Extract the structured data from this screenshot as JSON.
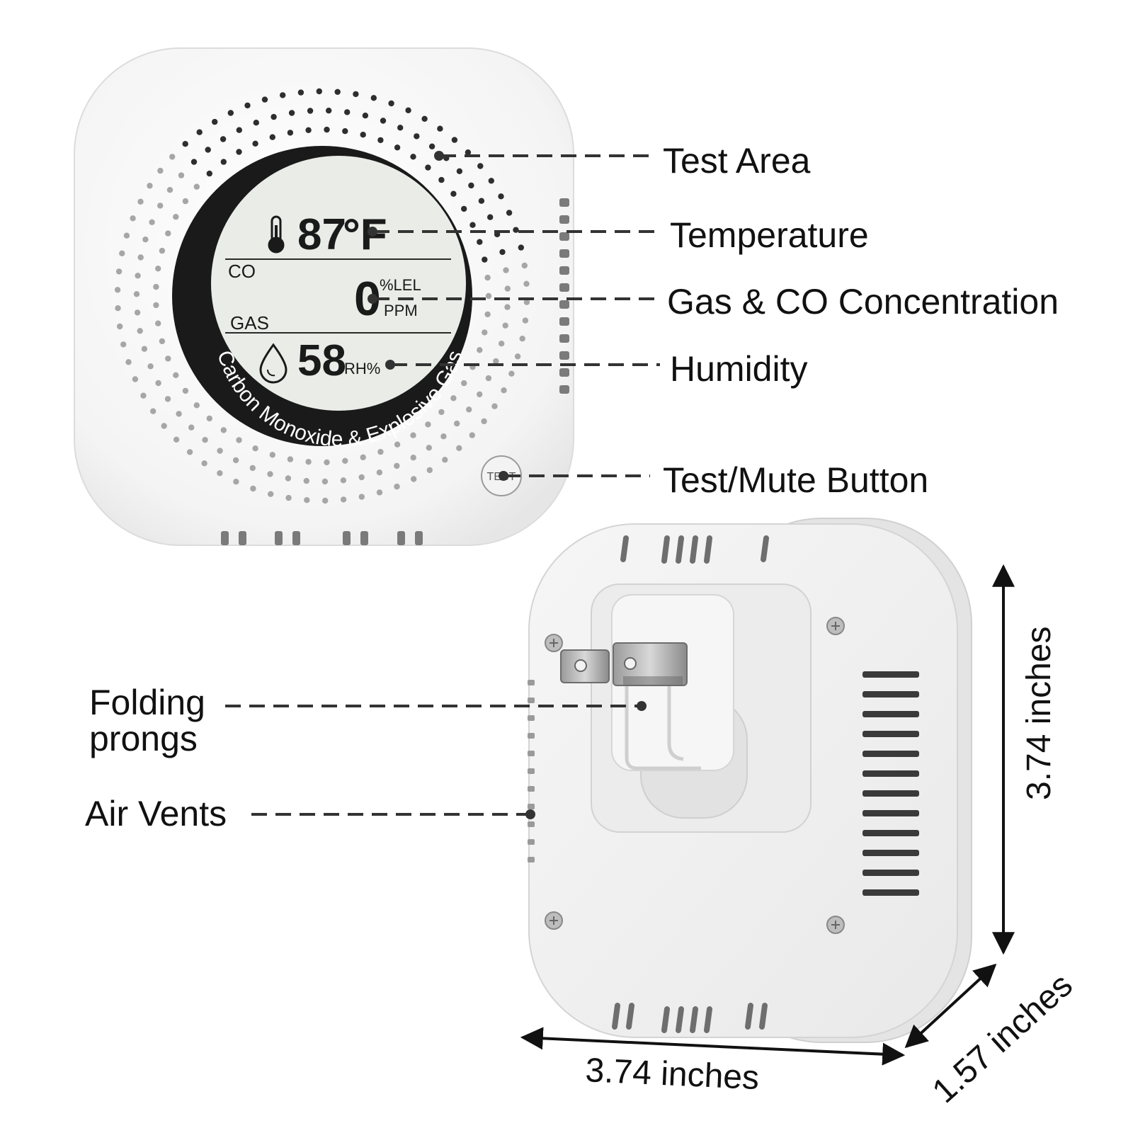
{
  "device": {
    "ring_text": "Carbon Monoxide & Explosive Gas",
    "lcd": {
      "temperature": "87",
      "temperature_unit": "°F",
      "co_label": "CO",
      "gas_label": "GAS",
      "concentration": "0",
      "unit_lel": "%LEL",
      "unit_ppm": "PPM",
      "humidity": "58",
      "humidity_unit": "RH%"
    },
    "test_button_label": "TEST"
  },
  "callouts": {
    "test_area": "Test Area",
    "temperature": "Temperature",
    "gas_co": "Gas & CO Concentration",
    "humidity": "Humidity",
    "test_mute": "Test/Mute Button",
    "folding_prongs_line1": "Folding",
    "folding_prongs_line2": "prongs",
    "air_vents": "Air Vents"
  },
  "dimensions": {
    "height": "3.74 inches",
    "width": "3.74 inches",
    "depth": "1.57 inches"
  },
  "icons": [
    "thermometer-icon",
    "water-drop-icon"
  ],
  "colors": {
    "device_body": "#f7f7f7",
    "lcd_ring": "#1a1a1a",
    "lcd_screen": "#e9ece7",
    "text": "#111111",
    "vent_hole": "#6b6b6b"
  }
}
